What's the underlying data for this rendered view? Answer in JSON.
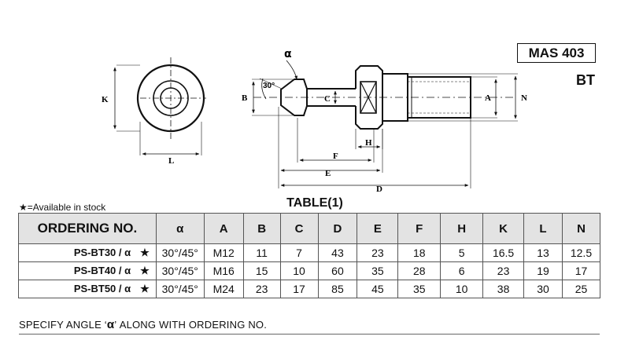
{
  "drawing": {
    "labels": {
      "K": "K",
      "L": "L",
      "B": "B",
      "C": "C",
      "A": "A",
      "N": "N",
      "H": "H",
      "F": "F",
      "E": "E",
      "D": "D",
      "alpha": "α",
      "angle": "30°"
    }
  },
  "standard": {
    "code": "MAS 403",
    "series": "BT"
  },
  "stock_note": "★=Available in stock",
  "table_title": "TABLE(1)",
  "table": {
    "headers": [
      "ORDERING NO.",
      "α",
      "A",
      "B",
      "C",
      "D",
      "E",
      "F",
      "H",
      "K",
      "L",
      "N"
    ],
    "rows": [
      {
        "part": "PS-BT30 / α",
        "star": "★",
        "cells": [
          "30°/45°",
          "M12",
          "11",
          "7",
          "43",
          "23",
          "18",
          "5",
          "16.5",
          "13",
          "12.5"
        ]
      },
      {
        "part": "PS-BT40 / α",
        "star": "★",
        "cells": [
          "30°/45°",
          "M16",
          "15",
          "10",
          "60",
          "35",
          "28",
          "6",
          "23",
          "19",
          "17"
        ]
      },
      {
        "part": "PS-BT50 / α",
        "star": "★",
        "cells": [
          "30°/45°",
          "M24",
          "23",
          "17",
          "85",
          "45",
          "35",
          "10",
          "38",
          "30",
          "25"
        ]
      }
    ]
  },
  "note": {
    "prefix": "SPECIFY ANGLE ‘",
    "symbol": "α",
    "suffix": "’ ALONG WITH ORDERING NO."
  }
}
